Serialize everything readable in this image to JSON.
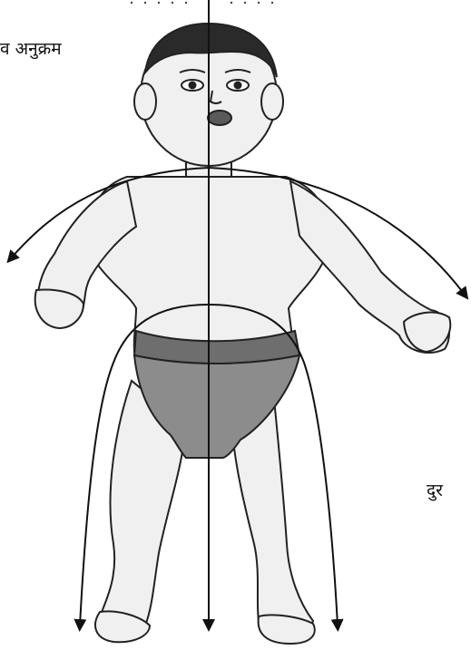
{
  "labels": {
    "top_left": "व अनुक्रम",
    "right": "दुर"
  },
  "colors": {
    "ink": "#111111",
    "skin": "#f0f0f0",
    "skin_shadow": "#cfcfcf",
    "hair": "#2a2a2a",
    "diaper": "#8c8c8c",
    "diaper_dark": "#6e6e6e",
    "background": "#ffffff"
  },
  "icons": [
    "arrow-left",
    "arrow-right",
    "arrow-down-left-leg",
    "arrow-down-center",
    "arrow-down-right-leg"
  ]
}
